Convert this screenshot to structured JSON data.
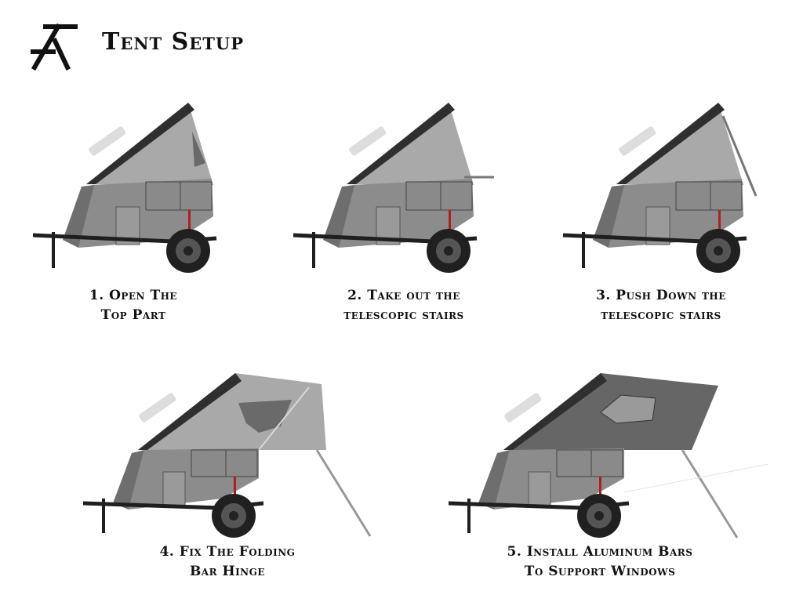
{
  "header": {
    "title": "Tent Setup",
    "logo_icon": "stylized-a-logo"
  },
  "colors": {
    "body": "#8c8c8c",
    "body_dark": "#5e5e5e",
    "tent_shell": "#2f2f2f",
    "tent_fabric": "#a9a9a9",
    "frame": "#1f1f1f",
    "accent_red": "#b01e1e"
  },
  "steps": [
    {
      "id": "1",
      "line1": "1. Open The",
      "line2": "Top Part"
    },
    {
      "id": "2",
      "line1": "2. Take out the",
      "line2": "telescopic stairs"
    },
    {
      "id": "3",
      "line1": "3. Push Down the",
      "line2": "telescopic stairs"
    },
    {
      "id": "4",
      "line1": "4. Fix The Folding",
      "line2": "Bar Hinge"
    },
    {
      "id": "5",
      "line1": "5. Install Aluminum Bars",
      "line2": "To Support Windows"
    }
  ]
}
